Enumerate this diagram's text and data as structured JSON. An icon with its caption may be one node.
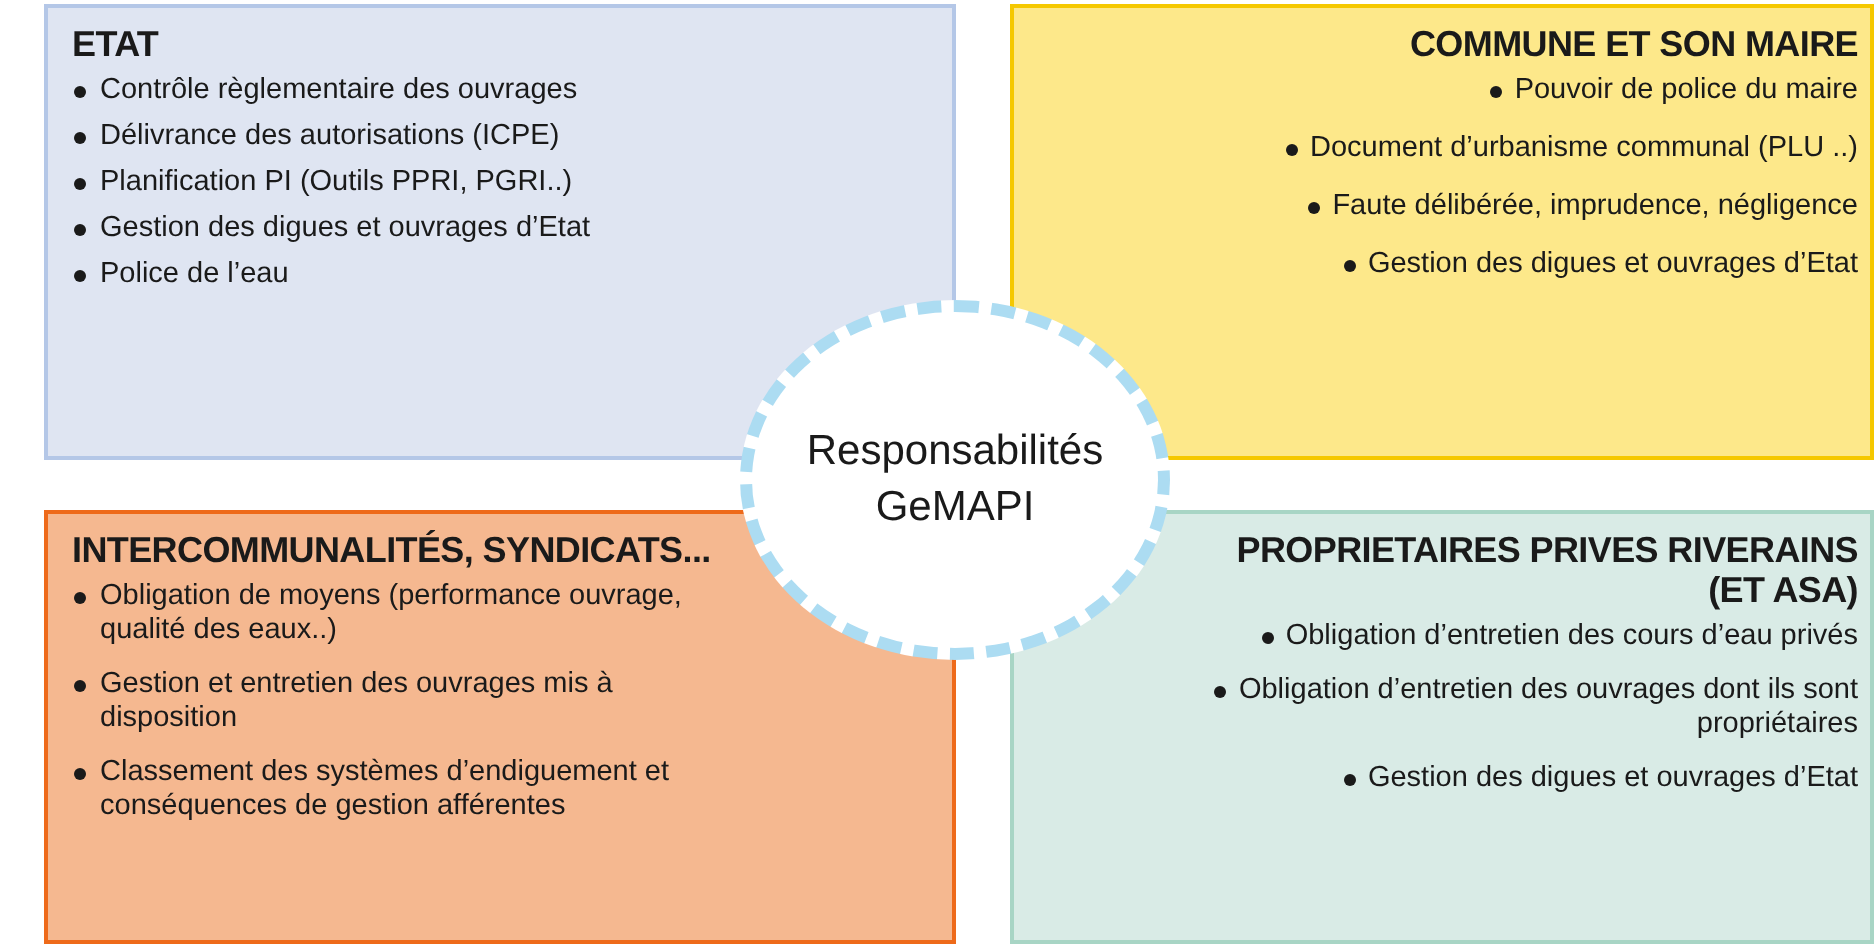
{
  "diagram": {
    "nodes": [
      {
        "text": [
          "ETAT",
          "Contrôle règlementaire des ouvrages",
          "Délivrance des autorisations (ICPE)",
          "Planification PI (Outils PPRI, PGRI..)",
          "Gestion des digues et ouvrages d’Etat",
          "Police de l’eau"
        ]
      },
      {
        "text": [
          "COMMUNE ET SON MAIRE",
          "Pouvoir de police du maire",
          "Document d’urbanisme communal (PLU ..)",
          "Faute délibérée, imprudence, négligence",
          "Gestion des digues et ouvrages d’Etat"
        ]
      },
      {
        "text": [
          "Responsabilités GeMAPI"
        ]
      },
      {
        "text": [
          "INTERCOMMUNALITÉS, SYNDICATS...",
          "Obligation de moyens (performance ouvrage, qualité des eaux..)",
          "Gestion et entretien des ouvrages mis à disposition",
          "Classement des systèmes d’endiguement et conséquences de gestion afférentes"
        ]
      },
      {
        "text": [
          "PROPRIETAIRES PRIVES RIVERAINS (ET ASA)",
          "Obligation d’entretien des cours d’eau privés",
          "Obligation d’entretien des ouvrages dont ils sont propriétaires",
          "Gestion des digues et ouvrages d’Etat"
        ]
      }
    ],
    "edges": []
  }
}
